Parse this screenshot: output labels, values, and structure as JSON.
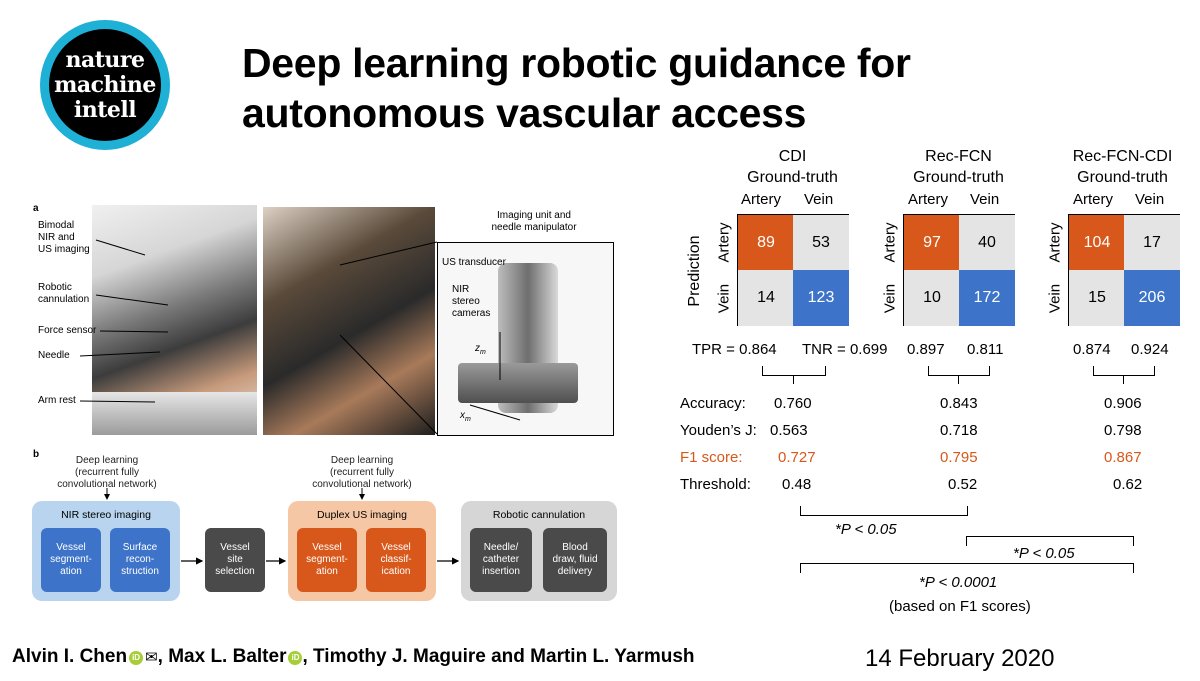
{
  "logo": {
    "line1": "nature",
    "line2": "machine",
    "line3": "intell"
  },
  "title": "Deep learning robotic guidance for autonomous vascular access",
  "figure_a": {
    "letter": "a",
    "labels": [
      "Bimodal",
      "NIR and",
      "US imaging",
      "Robotic",
      "cannulation",
      "Force sensor",
      "Needle",
      "Arm rest"
    ],
    "imaging_unit": "Imaging unit and",
    "imaging_unit2": "needle manipulator",
    "us_transducer": "US transducer",
    "nir1": "NIR",
    "nir2": "stereo",
    "nir3": "cameras",
    "zm": "z",
    "xm": "x",
    "sub": "m"
  },
  "figure_b": {
    "letter": "b",
    "dl_left": [
      "Deep learning",
      "(recurrent fully",
      "convolutional network)"
    ],
    "dl_mid": [
      "Deep learning",
      "(recurrent fully",
      "convolutional network)"
    ],
    "nir_group": "NIR stereo imaging",
    "vessel_seg": [
      "Vessel",
      "segment-",
      "ation"
    ],
    "surface_rec": [
      "Surface",
      "recon-",
      "struction"
    ],
    "vessel_site": [
      "Vessel",
      "site",
      "selection"
    ],
    "duplex_group": "Duplex US imaging",
    "vessel_seg2": [
      "Vessel",
      "segment-",
      "ation"
    ],
    "vessel_class": [
      "Vessel",
      "classif-",
      "ication"
    ],
    "robotic_group": "Robotic cannulation",
    "needle": [
      "Needle/",
      "catheter",
      "insertion"
    ],
    "blood": [
      "Blood",
      "draw, fluid",
      "delivery"
    ]
  },
  "matrices": [
    {
      "name": "CDI",
      "sub": "Ground-truth",
      "cells": [
        89,
        53,
        14,
        123
      ]
    },
    {
      "name": "Rec-FCN",
      "sub": "Ground-truth",
      "cells": [
        97,
        40,
        10,
        172
      ]
    },
    {
      "name": "Rec-FCN-CDI",
      "sub": "Ground-truth",
      "cells": [
        104,
        17,
        15,
        206
      ]
    }
  ],
  "col_labels": {
    "artery": "Artery",
    "vein": "Vein"
  },
  "prediction": "Prediction",
  "rates": {
    "tpr_label": "TPR = ",
    "tnr_label": "TNR = ",
    "cdi": [
      "0.864",
      "0.699"
    ],
    "rec": [
      "0.897",
      "0.811"
    ],
    "reccdi": [
      "0.874",
      "0.924"
    ]
  },
  "metrics": {
    "accuracy": {
      "label": "Accuracy:",
      "values": [
        "0.760",
        "0.843",
        "0.906"
      ]
    },
    "youden": {
      "label": "Youden’s J:",
      "values": [
        "0.563",
        "0.718",
        "0.798"
      ]
    },
    "f1": {
      "label": "F1 score:",
      "values": [
        "0.727",
        "0.795",
        "0.867"
      ]
    },
    "threshold": {
      "label": "Threshold:",
      "values": [
        "0.48",
        "0.52",
        "0.62"
      ]
    }
  },
  "stats": {
    "p1": "*P < 0.05",
    "p2": "*P < 0.05",
    "p3": "*P  < 0.0001",
    "note": "(based on F1 scores)"
  },
  "authors": {
    "a1": "Alvin I. Chen",
    "a2": ", Max L. Balter",
    "a3": ", Timothy J. Maguire and Martin L. Yarmush",
    "orcid": "iD",
    "mail": "✉"
  },
  "date": "14 February 2020",
  "colors": {
    "orange": "#d8581b",
    "blue": "#3d73c8",
    "gray": "#e4e4e4",
    "nir_bg": "#b9d4ee",
    "duplex_bg": "#f6c7a4",
    "robotic_bg": "#d6d6d6",
    "dark_block": "#4a4a4a",
    "teal": "#1fb0d6"
  }
}
